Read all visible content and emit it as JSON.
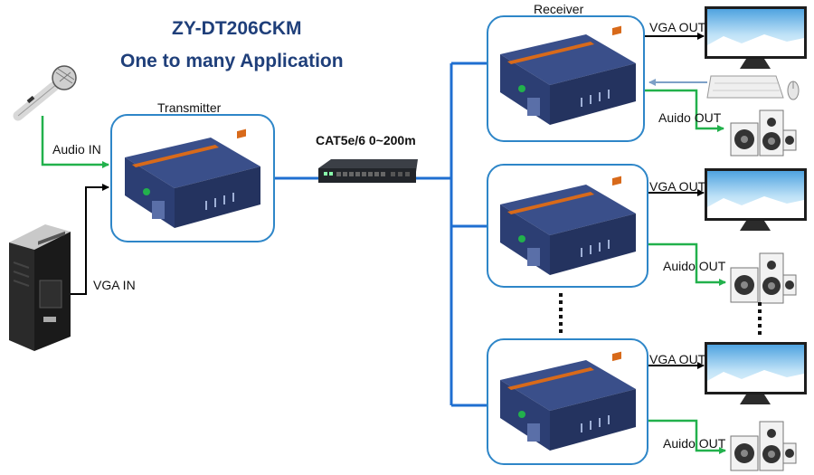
{
  "title": "ZY-DT206CKM",
  "subtitle": "One to many Application",
  "labels": {
    "transmitter": "Transmitter",
    "receiver": "Receiver",
    "cable": "CAT5e/6 0~200m",
    "audio_in": "Audio IN",
    "vga_in": "VGA IN",
    "vga_out": "VGA OUT",
    "audio_out": "Auido OUT"
  },
  "colors": {
    "box_border": "#2e86c8",
    "device_body": "#2c3e73",
    "device_stripe": "#d86a1a",
    "cat_line": "#1f6fd1",
    "audio_line": "#22b14c",
    "vga_line": "#000000",
    "kb_line": "#7da0c7",
    "title": "#1f3f7a"
  },
  "icons": [
    "microphone-icon",
    "pc-tower-icon",
    "network-switch-icon",
    "monitor-icon",
    "speaker-icon",
    "keyboard-icon",
    "mouse-icon"
  ]
}
